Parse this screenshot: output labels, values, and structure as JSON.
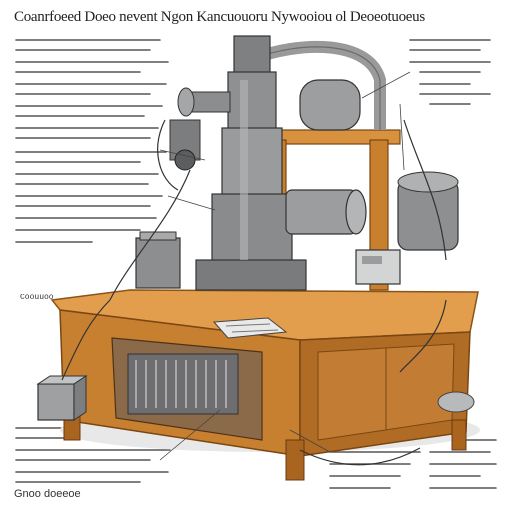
{
  "header": {
    "title": "Coanrfoeed Doeo nevent Ngon Kancuouoru Nywooiou ol Deoeotuoeus"
  },
  "footer": {
    "text": "Gnoo doeeoe"
  },
  "side_label": {
    "text": "Coouuoo"
  },
  "colors": {
    "wood": "#d8913f",
    "wood_dark": "#a9641f",
    "metal": "#8e8f8f",
    "metal_dark": "#5c5d5e",
    "ink": "#2a2a2a"
  },
  "icons": [
    "microscope-column-icon",
    "motor-unit-icon",
    "circuit-board-icon",
    "battery-box-icon",
    "cable-icon"
  ]
}
